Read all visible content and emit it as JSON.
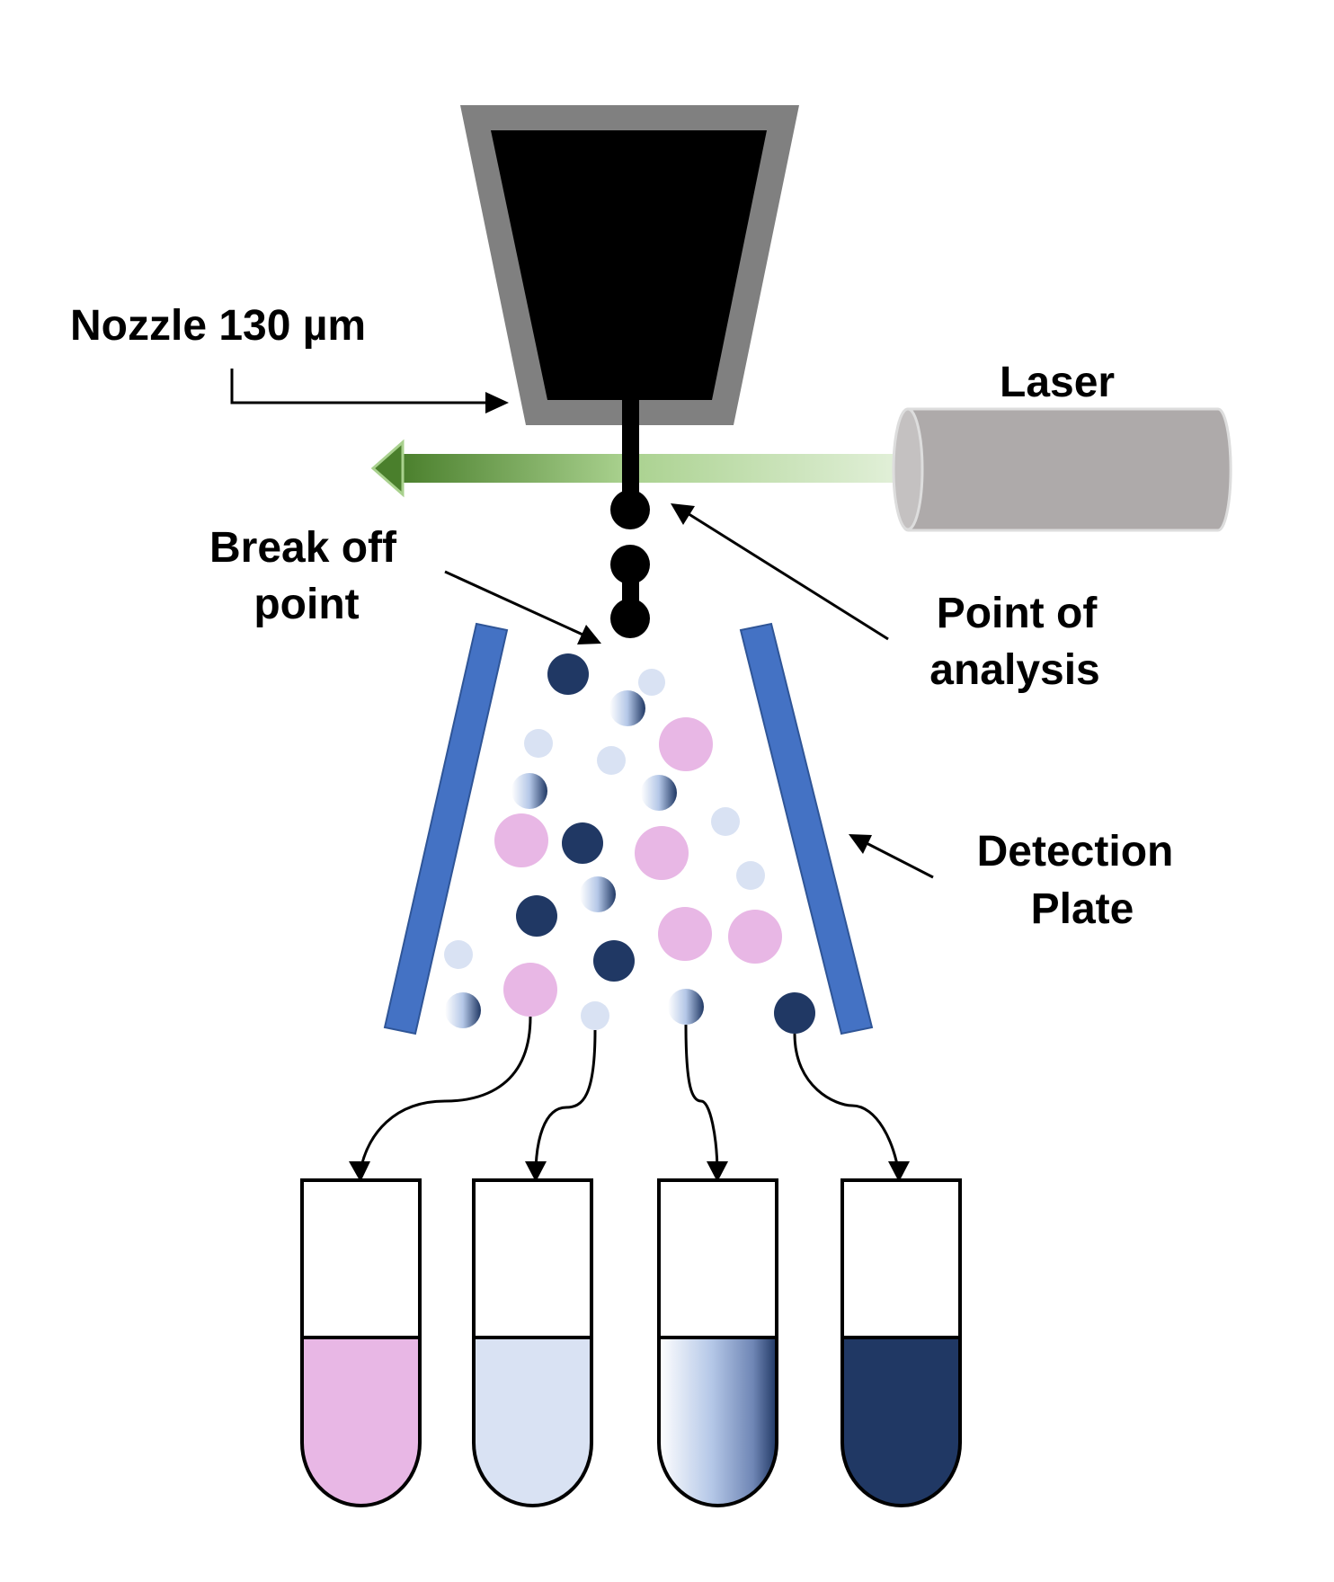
{
  "labels": {
    "nozzle": "Nozzle 130 µm",
    "laser": "Laser",
    "break_off_line1": "Break off",
    "break_off_line2": "point",
    "analysis_line1": "Point of",
    "analysis_line2": "analysis",
    "plate_line1": "Detection",
    "plate_line2": "Plate"
  },
  "colors": {
    "nozzle_outer": "#808080",
    "nozzle_inner": "#000000",
    "laser_body": "#aeaaaa",
    "laser_beam": "#4a7f2c",
    "detection_plate": "#4472c4",
    "pink": "#e8b7e5",
    "light_blue": "#d9e2f3",
    "dark_navy": "#203864",
    "gradient_start": "#ffffff",
    "gradient_end": "#203864"
  }
}
